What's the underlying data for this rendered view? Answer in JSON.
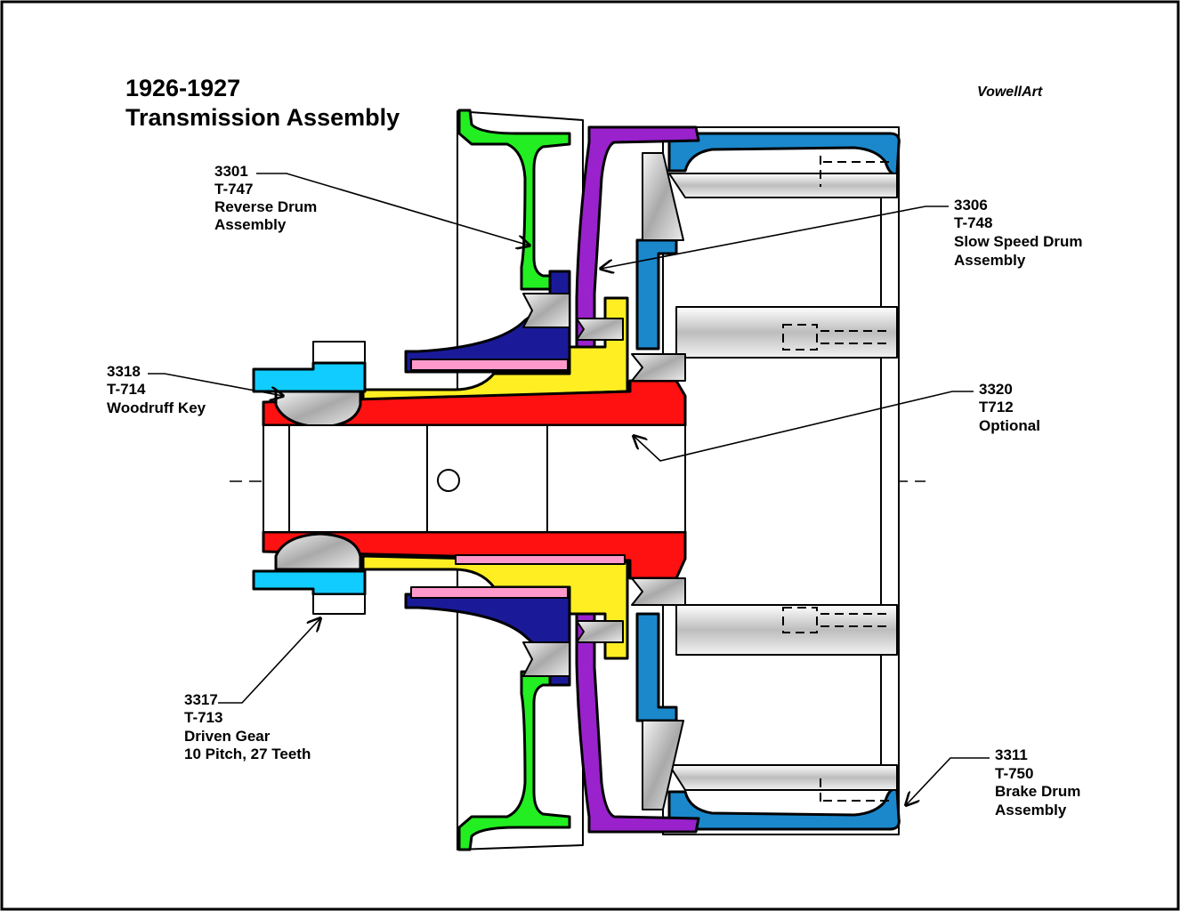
{
  "title": {
    "line1": "1926-1927",
    "line2": "Transmission Assembly"
  },
  "credit": "VowellArt",
  "parts": [
    {
      "number": "3301",
      "code": "T-747",
      "name": [
        "Reverse Drum",
        "Assembly"
      ]
    },
    {
      "number": "3306",
      "code": "T-748",
      "name": [
        "Slow Speed Drum",
        "Assembly"
      ]
    },
    {
      "number": "3318",
      "code": "T-714",
      "name": [
        "Woodruff Key"
      ]
    },
    {
      "number": "3320",
      "code": "T712",
      "name": [
        "Optional"
      ]
    },
    {
      "number": "3317",
      "code": "T-713",
      "name": [
        "Driven Gear",
        "10 Pitch, 27 Teeth"
      ]
    },
    {
      "number": "3311",
      "code": "T-750",
      "name": [
        "Brake Drum",
        "Assembly"
      ]
    }
  ],
  "colors": {
    "reverse_drum": "#22ee22",
    "slow_speed_drum": "#9922cc",
    "brake_drum": "#1b88cc",
    "driven_gear": "#11ccff",
    "sleeve": "#ff1111",
    "gear_yellow": "#ffee22",
    "bushing": "#ff99cc",
    "hub": "#1a1a99",
    "metal": "#d8d8d8"
  }
}
